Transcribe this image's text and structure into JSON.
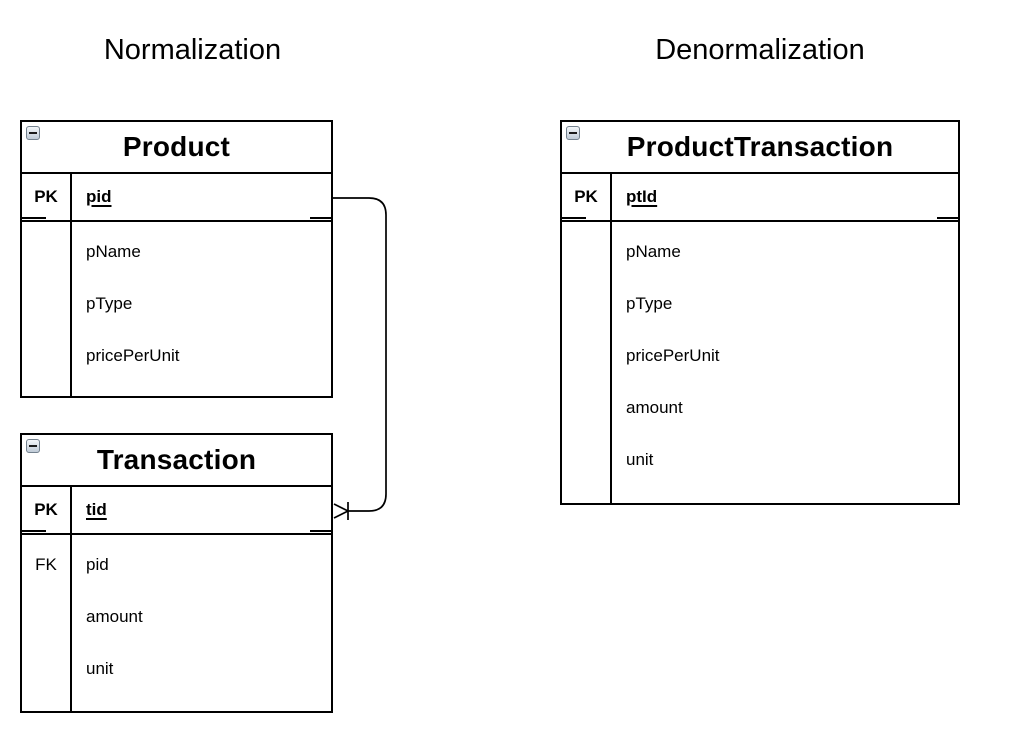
{
  "titles": {
    "left": "Normalization",
    "right": "Denormalization"
  },
  "tables": {
    "product": {
      "title": "Product",
      "collapse_icon": "minus",
      "pk_row": {
        "key": "PK",
        "field": "pid"
      },
      "attr_rows": [
        {
          "field": "pName"
        },
        {
          "field": "pType"
        },
        {
          "field": "pricePerUnit"
        }
      ]
    },
    "transaction": {
      "title": "Transaction",
      "collapse_icon": "minus",
      "pk_row": {
        "key": "PK",
        "field": "tid"
      },
      "attr_rows": [
        {
          "key": "FK",
          "field": "pid"
        },
        {
          "field": "amount"
        },
        {
          "field": "unit"
        }
      ]
    },
    "product_transaction": {
      "title": "ProductTransaction",
      "collapse_icon": "minus",
      "pk_row": {
        "key": "PK",
        "field": "ptId"
      },
      "attr_rows": [
        {
          "field": "pName"
        },
        {
          "field": "pType"
        },
        {
          "field": "pricePerUnit"
        },
        {
          "field": "amount"
        },
        {
          "field": "unit"
        }
      ]
    }
  },
  "relationship": {
    "type": "one-to-many",
    "from": {
      "table": "Product",
      "field": "pid"
    },
    "to": {
      "table": "Transaction",
      "field": "tid"
    },
    "end_marker": "crow-foot-with-bar"
  },
  "colors": {
    "line": "#000000",
    "text": "#000000",
    "background": "#ffffff",
    "collapse_icon_border": "#73818e",
    "collapse_icon_fill": "#d5dde5"
  }
}
